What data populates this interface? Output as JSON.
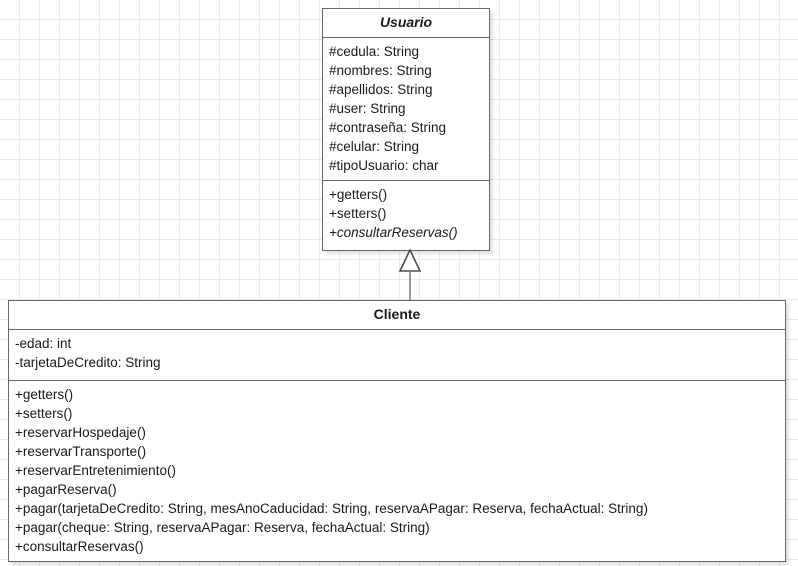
{
  "diagram": {
    "type": "uml-class-diagram",
    "background": "#ffffff",
    "grid_color": "#eaeaea",
    "line_color": "#666666",
    "text_color": "#1a1a1a"
  },
  "classes": [
    {
      "id": "usuario",
      "name": "Usuario",
      "abstract": true,
      "attributes": [
        "#cedula: String",
        "#nombres: String",
        "#apellidos: String",
        "#user: String",
        "#contraseña: String",
        "#celular: String",
        "#tipoUsuario: char"
      ],
      "operations": [
        {
          "text": "+getters()",
          "abstract": false
        },
        {
          "text": "+setters()",
          "abstract": false
        },
        {
          "text": "+consultarReservas()",
          "abstract": true
        }
      ]
    },
    {
      "id": "cliente",
      "name": "Cliente",
      "abstract": false,
      "attributes": [
        "-edad: int",
        "-tarjetaDeCredito: String"
      ],
      "operations": [
        {
          "text": "+getters()",
          "abstract": false
        },
        {
          "text": "+setters()",
          "abstract": false
        },
        {
          "text": "+reservarHospedaje()",
          "abstract": false
        },
        {
          "text": "+reservarTransporte()",
          "abstract": false
        },
        {
          "text": "+reservarEntretenimiento()",
          "abstract": false
        },
        {
          "text": "+pagarReserva()",
          "abstract": false
        },
        {
          "text": "+pagar(tarjetaDeCredito: String, mesAnoCaducidad: String, reservaAPagar: Reserva, fechaActual: String)",
          "abstract": false
        },
        {
          "text": "+pagar(cheque: String, reservaAPagar: Reserva, fechaActual: String)",
          "abstract": false
        },
        {
          "text": "+consultarReservas()",
          "abstract": false
        }
      ]
    }
  ],
  "relationships": [
    {
      "id": "generalization-cliente-usuario",
      "kind": "generalization",
      "from": "Cliente",
      "to": "Usuario",
      "arrow": "hollow-triangle",
      "line_style": "solid"
    }
  ]
}
